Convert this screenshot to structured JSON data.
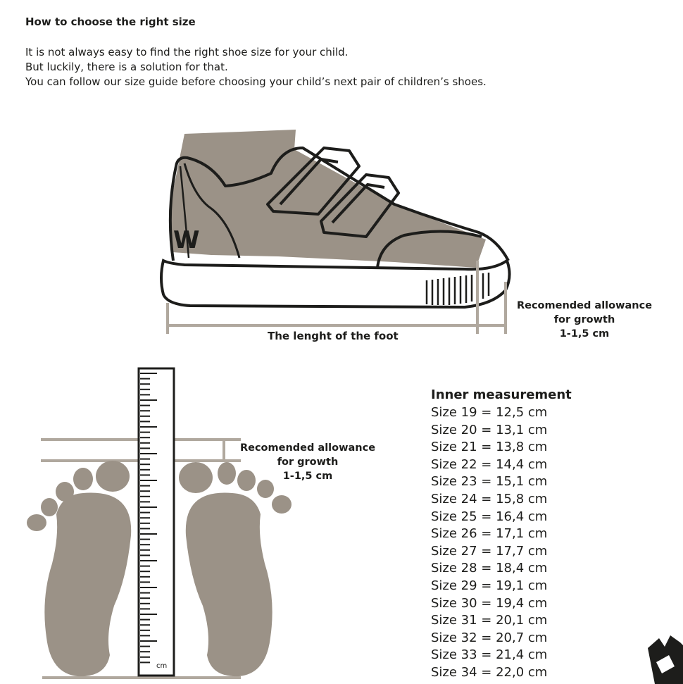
{
  "guide": {
    "title": "How to choose the right size",
    "intro": [
      "It is not always easy to find the right shoe size for your child.",
      "But luckily, there is a solution for that.",
      "You can follow our size guide before choosing your child’s next pair of children’s shoes."
    ]
  },
  "shoe": {
    "logo_letter": "W",
    "foot_length_label": "The lenght of the foot",
    "allowance": {
      "line1": "Recomended allowance",
      "line2": "for growth",
      "line3": "1-1,5 cm"
    }
  },
  "feet": {
    "ruler_unit": "cm",
    "allowance": {
      "line1": "Recomended allowance",
      "line2": "for growth",
      "line3": "1-1,5 cm"
    }
  },
  "sizes": {
    "title": "Inner measurement",
    "rows": [
      "Size 19 = 12,5 cm",
      "Size 20 = 13,1 cm",
      "Size 21 = 13,8 cm",
      "Size 22 = 14,4 cm",
      "Size 23 = 15,1 cm",
      "Size 24 = 15,8 cm",
      "Size 25 = 16,4 cm",
      "Size 26 = 17,1 cm",
      "Size 27 = 17,7 cm",
      "Size 28 = 18,4 cm",
      "Size 29 = 19,1 cm",
      "Size 30 = 19,4 cm",
      "Size 31 = 20,1 cm",
      "Size 32 = 20,7 cm",
      "Size 33 = 21,4 cm",
      "Size 34 = 22,0 cm"
    ]
  },
  "colors": {
    "ink": "#1d1d1b",
    "foot_fill": "#9b9287",
    "guide_line": "#b0a89e"
  }
}
